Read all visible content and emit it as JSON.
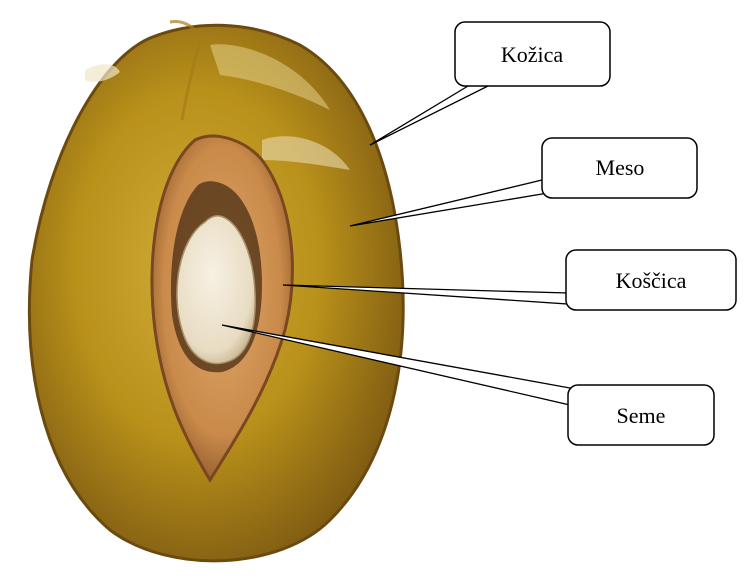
{
  "labels": {
    "skin": "Kožica",
    "flesh": "Meso",
    "pit": "Koščica",
    "seed": "Seme"
  },
  "colors": {
    "flesh_main": "#b8901a",
    "flesh_light": "#d2ae3a",
    "flesh_dark": "#8a6410",
    "skin_edge": "#6b4a10",
    "pit": "#c98a4a",
    "pit_dark": "#8a5428",
    "seed": "#efe7d6",
    "callout_border": "#000000",
    "callout_fill": "#ffffff"
  }
}
